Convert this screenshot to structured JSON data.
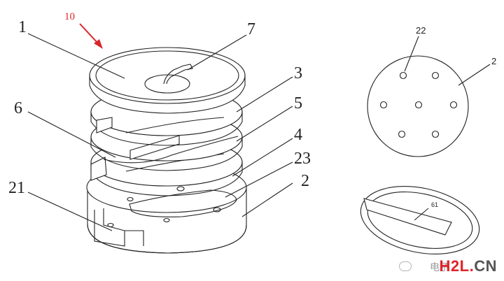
{
  "labels": {
    "l1": "1",
    "l10": "10",
    "l7": "7",
    "l3": "3",
    "l5": "5",
    "l6": "6",
    "l4": "4",
    "l23": "23",
    "l21": "21",
    "l2a": "2",
    "l22": "22",
    "l2b": "2",
    "l61": "61"
  },
  "watermark": {
    "source_text": "电子",
    "brand_main": "H2L",
    "brand_dot": ".",
    "brand_tld": "CN"
  },
  "colors": {
    "line": "#222222",
    "arrow": "#d8262a",
    "brand": "#e0242a"
  }
}
